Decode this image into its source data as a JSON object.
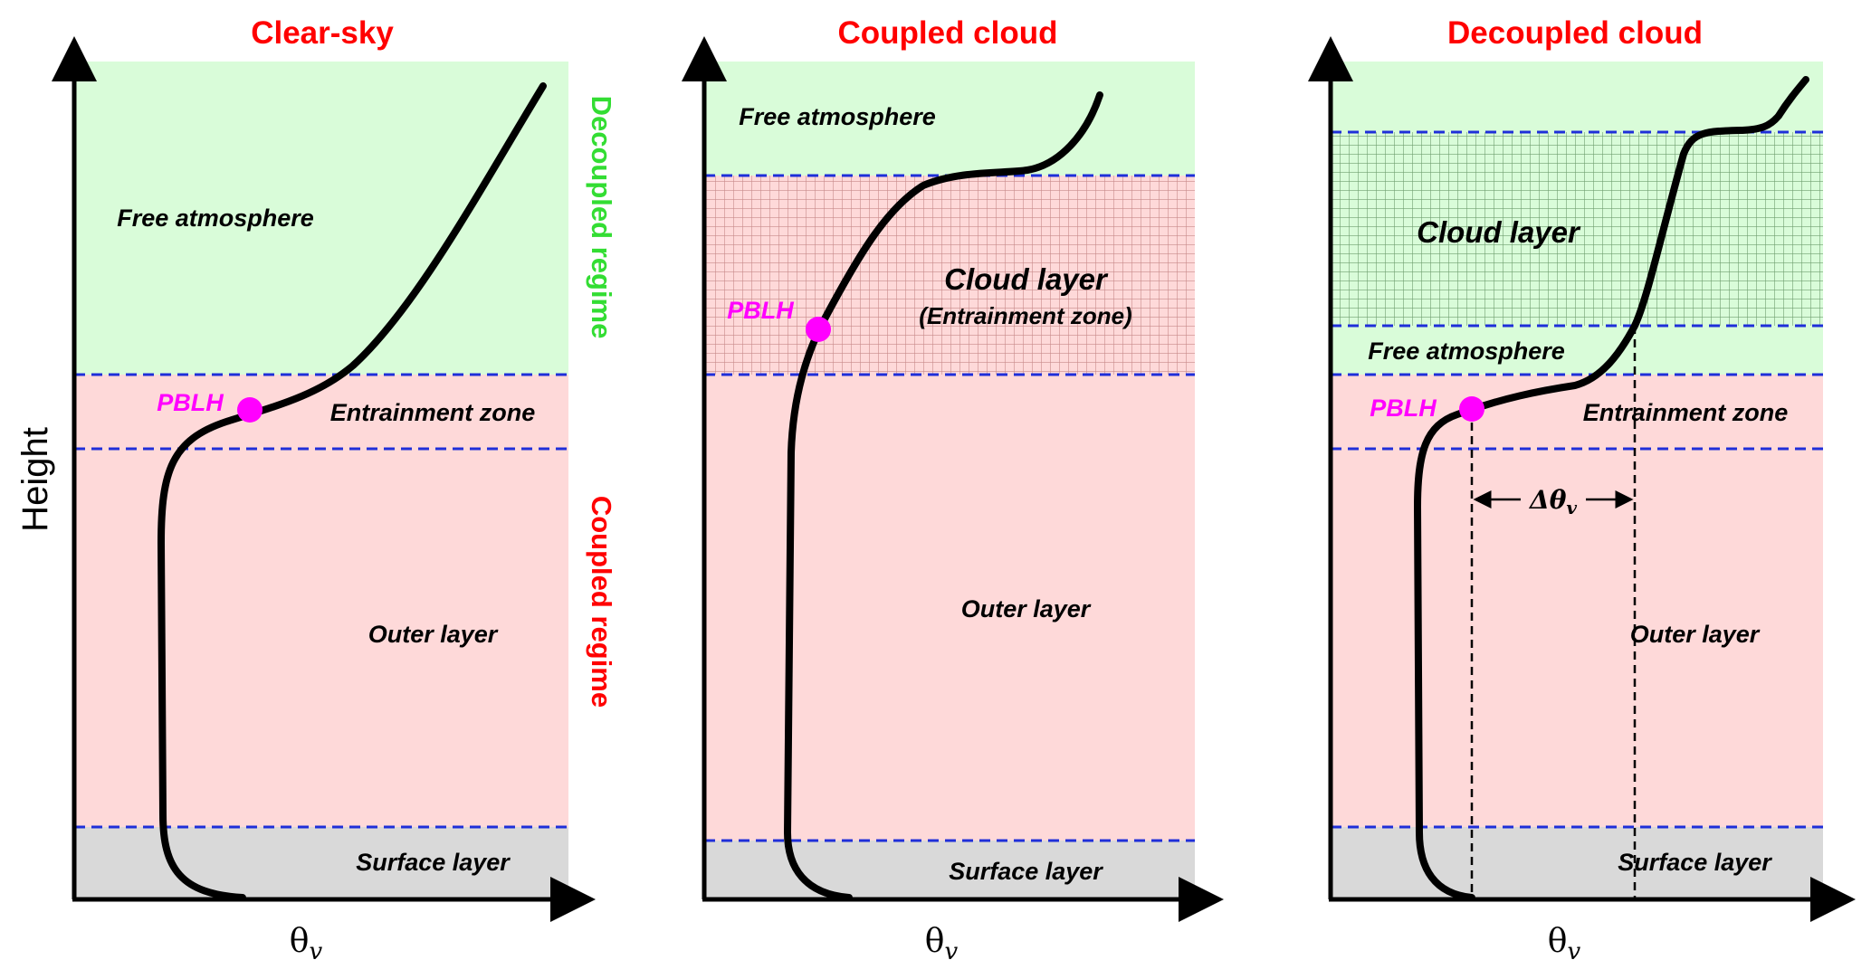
{
  "colors": {
    "title": "#ff0000",
    "free_atmosphere_fill": "#d9fcd9",
    "boundary_layer_fill": "#fed9d9",
    "surface_fill": "#d9d9d9",
    "dashed_line": "#1f2fd9",
    "profile_line": "#000000",
    "pblh": "#ff00ff",
    "decoupled_regime": "#33dd33",
    "coupled_regime": "#ff0000",
    "cloud_grid_red": "#c88a8a",
    "cloud_grid_green": "#6f9f6f"
  },
  "y_axis_label": "Height",
  "x_axis_symbol": "θ",
  "x_axis_subscript": "v",
  "regimes": {
    "decoupled": "Decoupled regime",
    "coupled": "Coupled regime"
  },
  "panels": [
    {
      "title": "Clear-sky",
      "labels": {
        "free_atmosphere": "Free atmosphere",
        "entrainment": "Entrainment zone",
        "outer": "Outer layer",
        "surface": "Surface layer",
        "pblh": "PBLH"
      }
    },
    {
      "title": "Coupled cloud",
      "labels": {
        "free_atmosphere": "Free atmosphere",
        "cloud": "Cloud layer",
        "cloud_sub": "(Entrainment zone)",
        "outer": "Outer layer",
        "surface": "Surface layer",
        "pblh": "PBLH"
      }
    },
    {
      "title": "Decoupled cloud",
      "labels": {
        "cloud": "Cloud layer",
        "free_atmosphere": "Free atmosphere",
        "entrainment": "Entrainment zone",
        "outer": "Outer layer",
        "surface": "Surface layer",
        "pblh": "PBLH",
        "delta": "Δθ",
        "delta_sub": "v"
      }
    }
  ]
}
